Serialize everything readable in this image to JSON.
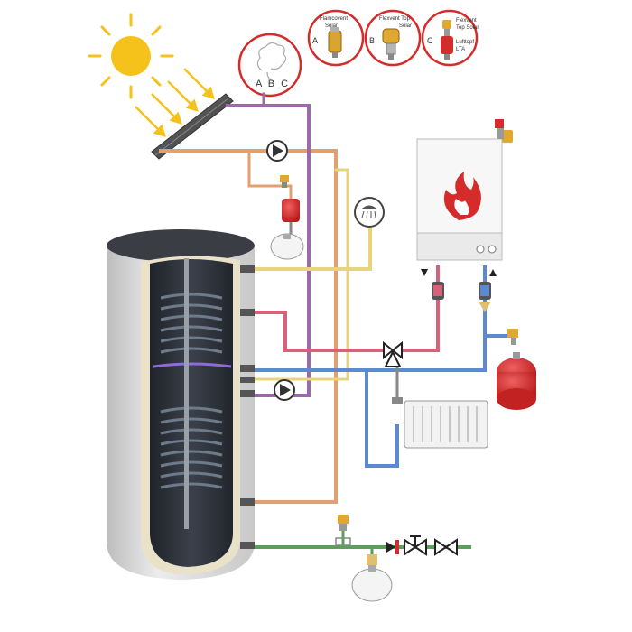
{
  "callouts": {
    "vent_circle_label": "A B C",
    "a": {
      "letter": "A",
      "name_line1": "Flamcovent",
      "name_line2": "Solar"
    },
    "b": {
      "letter": "B",
      "name_line1": "Flexvent Top",
      "name_line2": "Solar"
    },
    "c": {
      "letter": "C",
      "name_line1": "Flexvent",
      "name_line2": "Top Solar",
      "name_line3": "Lufttopf",
      "name_line4": "LTA"
    }
  },
  "colors": {
    "solar_loop": "#9b6aa8",
    "solar_return": "#e0a070",
    "hot_water": "#e8d47a",
    "heating_flow": "#d9607a",
    "heating_return": "#5b8ad0",
    "cold_water": "#5aa05a",
    "tank_shell": "#dcdcdc",
    "tank_inner": "#2c3038",
    "vessel_red": "#d42b2b",
    "callout_ring": "#d42b2b",
    "sun": "#f4c21b"
  },
  "icons": {
    "sun": "sun-icon",
    "solar_panel": "solar-panel-icon",
    "boiler_flame": "flame-icon",
    "shower": "shower-icon",
    "pump": "pump-icon",
    "valve": "valve-icon",
    "radiator": "radiator-icon",
    "expansion_vessel": "expansion-vessel-icon"
  }
}
